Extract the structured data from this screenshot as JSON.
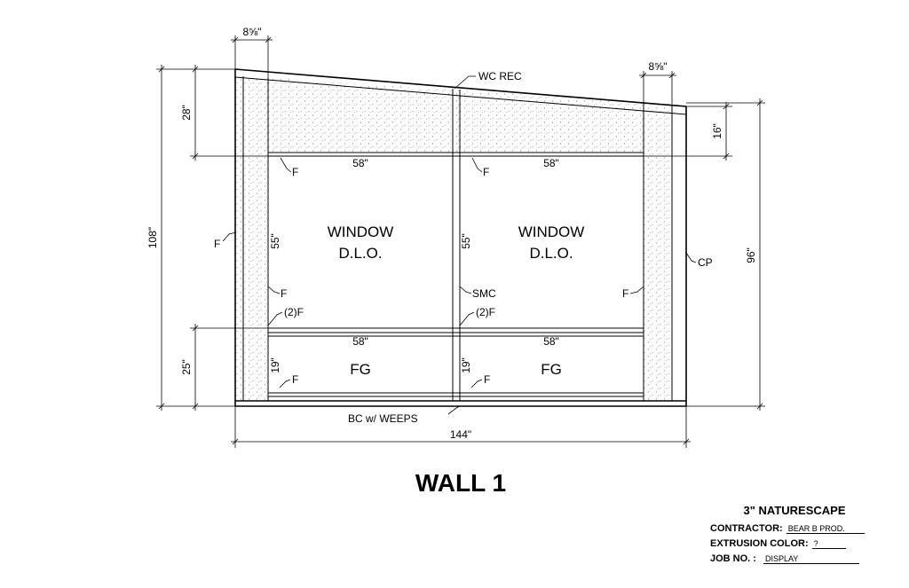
{
  "wall_title": "WALL 1",
  "dimensions": {
    "top_left_width": "8⅝\"",
    "top_right_width": "8⅝\"",
    "left_upper": "28\"",
    "left_total": "108\"",
    "left_lower": "25\"",
    "right_upper": "16\"",
    "right_total": "96\"",
    "overall_width": "144\"",
    "window_width_left": "58\"",
    "window_width_right": "58\"",
    "fg_width_left": "58\"",
    "fg_width_right": "58\"",
    "window_height_left": "55\"",
    "window_height_right": "55\"",
    "fg_height_left": "19\"",
    "fg_height_right": "19\""
  },
  "panels": {
    "window_left_line1": "WINDOW",
    "window_left_line2": "D.L.O.",
    "window_right_line1": "WINDOW",
    "window_right_line2": "D.L.O.",
    "fg_left": "FG",
    "fg_right": "FG"
  },
  "callouts": {
    "wc_rec": "WC REC",
    "f_top_left": "F",
    "f_top_mid": "F",
    "f_left_outer": "F",
    "f_left_inner": "F",
    "smc": "SMC",
    "f_right_inner": "F",
    "cp": "CP",
    "two_f_left": "(2)F",
    "two_f_mid": "(2)F",
    "f_bottom_left": "F",
    "f_bottom_mid": "F",
    "bc_weeps": "BC w/ WEEPS"
  },
  "title_block": {
    "product": "3\" NATURESCAPE",
    "contractor_label": "CONTRACTOR:",
    "contractor_value": "BEAR B PROD.",
    "color_label": "EXTRUSION COLOR:",
    "color_value": "?",
    "job_label": "JOB NO. :",
    "job_value": "DISPLAY"
  }
}
